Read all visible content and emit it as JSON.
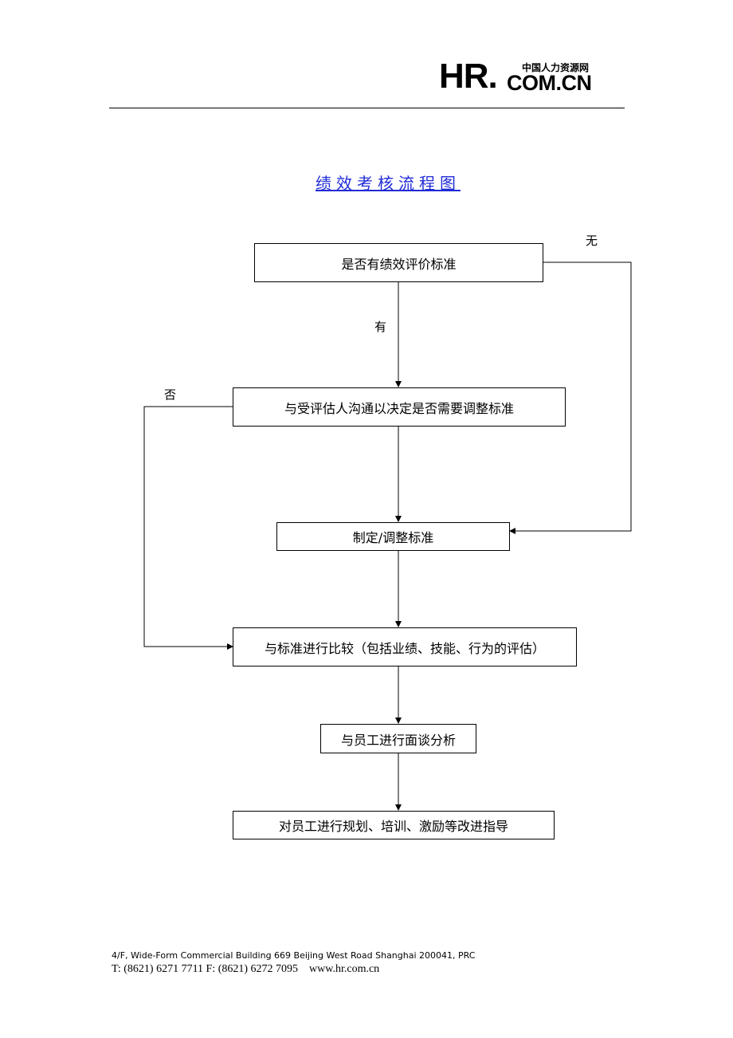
{
  "header": {
    "logo_cn": "中国人力资源网",
    "logo_hr": "HR.",
    "logo_domain": "COM.CN"
  },
  "title": "绩效考核流程图",
  "flow": {
    "box1": "是否有绩效评价标准",
    "box2": "与受评估人沟通以决定是否需要调整标准",
    "box3": "制定/调整标准",
    "box4": "与标准进行比较（包括业绩、技能、行为的评估）",
    "box5": "与员工进行面谈分析",
    "box6": "对员工进行规划、培训、激励等改进指导",
    "label_yes": "有",
    "label_none": "无",
    "label_no": "否"
  },
  "footer": {
    "address": "4/F, Wide-Form Commercial Building 669 Beijing West Road Shanghai 200041, PRC",
    "contact": "T: (8621) 6271 7711 F: (8621) 6272 7095    www.hr.com.cn"
  }
}
